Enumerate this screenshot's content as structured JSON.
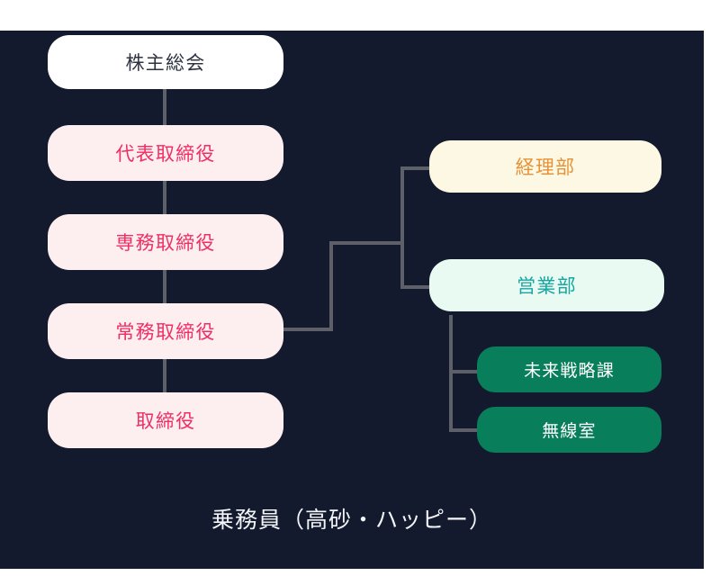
{
  "diagram": {
    "title_caption": "乗務員（高砂・ハッピー）",
    "canvas_color": "#131a2e",
    "connector_color": "#5d6069",
    "nodes": {
      "root": {
        "label": "株主総会",
        "bg": "#ffffff",
        "fg": "#2d3340"
      },
      "exec1": {
        "label": "代表取締役",
        "bg": "#fdeef0",
        "fg": "#ef2e63"
      },
      "exec2": {
        "label": "専務取締役",
        "bg": "#fdeef0",
        "fg": "#ef2e63"
      },
      "exec3": {
        "label": "常務取締役",
        "bg": "#fdeef0",
        "fg": "#ef2e63"
      },
      "exec4": {
        "label": "取締役",
        "bg": "#fdeef0",
        "fg": "#ef2e63"
      },
      "dept_accounting": {
        "label": "経理部",
        "bg": "#fdf8e3",
        "fg": "#e79236"
      },
      "dept_sales": {
        "label": "営業部",
        "bg": "#e9faf3",
        "fg": "#19a6a0"
      },
      "section_strategy": {
        "label": "未来戦略課",
        "bg": "#087e5b",
        "fg": "#ffffff"
      },
      "section_radio": {
        "label": "無線室",
        "bg": "#087e5b",
        "fg": "#ffffff"
      }
    }
  }
}
